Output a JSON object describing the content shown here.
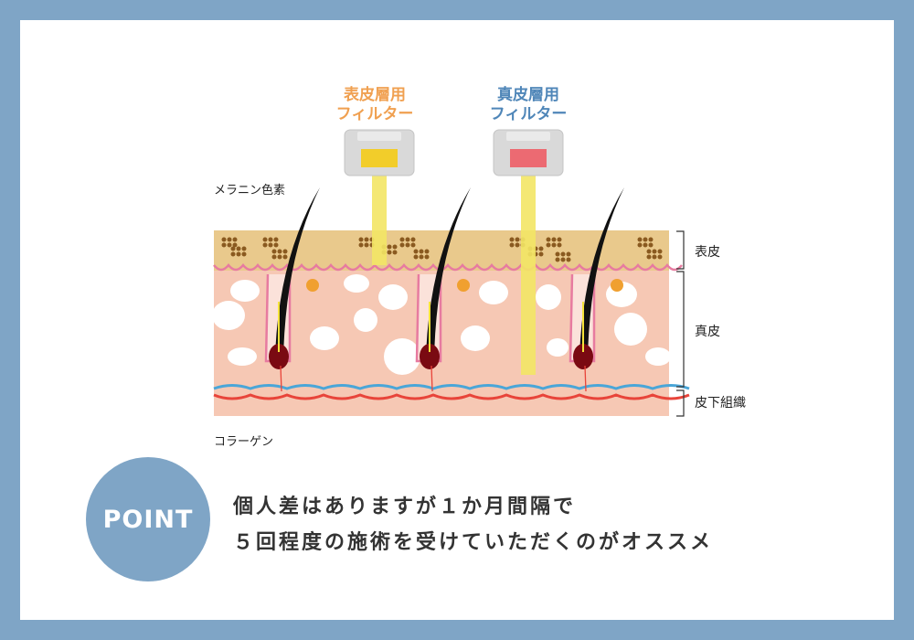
{
  "filters": [
    {
      "line1": "表皮層用",
      "line2": "フィルター",
      "color": "#f0a050",
      "lens_color": "#f2cd2a"
    },
    {
      "line1": "真皮層用",
      "line2": "フィルター",
      "color": "#4f86b8",
      "lens_color": "#ec6a72"
    }
  ],
  "labels": {
    "melanin": "メラニン色素",
    "collagen": "コラーゲン",
    "epidermis": "表皮",
    "dermis": "真皮",
    "subcutaneous": "皮下組織"
  },
  "point": {
    "badge": "POINT",
    "line1": "個人差はありますが１か月間隔で",
    "line2": "５回程度の施術を受けていただくのがオススメ"
  },
  "colors": {
    "frame": "#7fa5c6",
    "skin": "#f6c8b4",
    "epidermis": "#e9c98c"
  }
}
